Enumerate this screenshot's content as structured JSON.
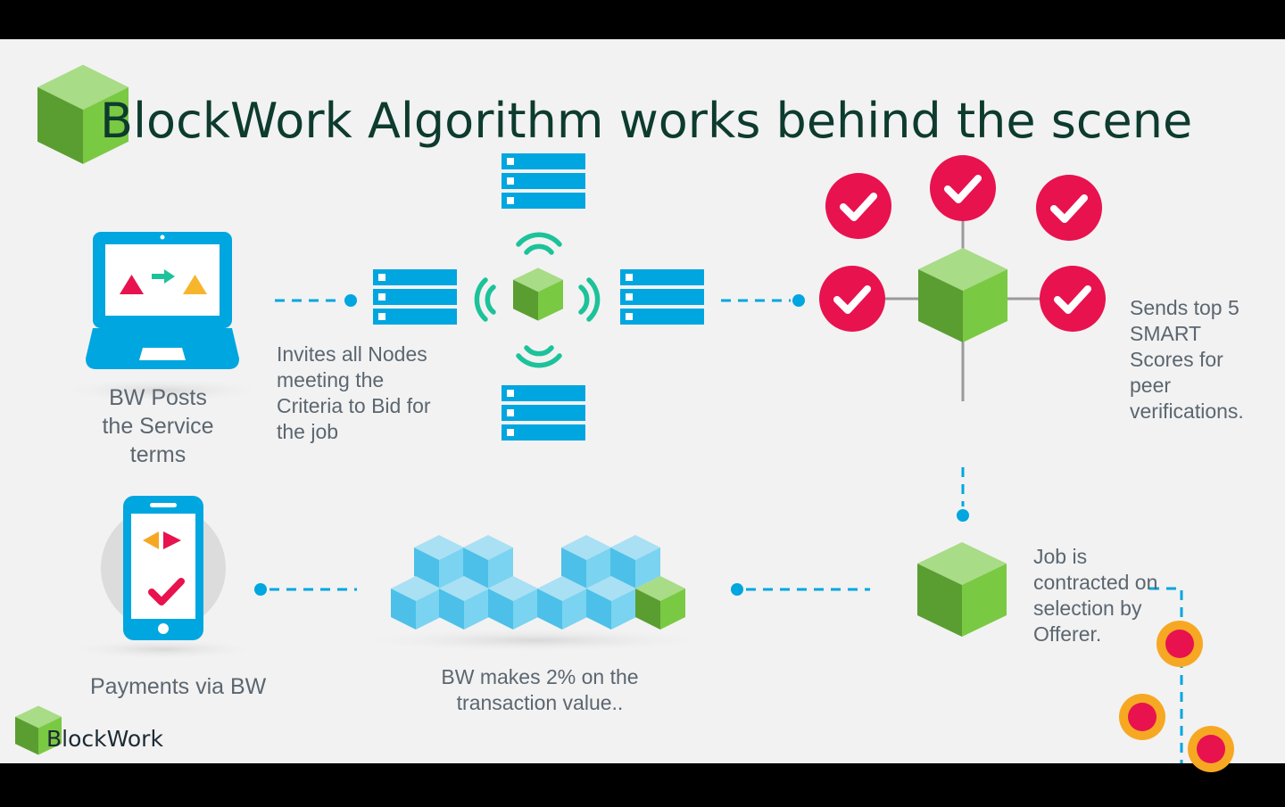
{
  "title": "BlockWork Algorithm works behind the scene",
  "brand": "BlockWork",
  "steps": {
    "post": "BW Posts\nthe Service\nterms",
    "invite": "Invites all Nodes\nmeeting the\nCriteria to Bid for\nthe job",
    "scores": "Sends top 5\nSMART\nScores  for\npeer\nverifications.",
    "contract": "Job is\ncontracted on\nselection by\nOfferer.",
    "fee": "BW makes 2% on the\ntransaction value..",
    "payment": "Payments via BW"
  },
  "colors": {
    "background": "#f2f2f2",
    "accent_blue": "#00a6e0",
    "cube_green": "#7ac943",
    "check_red": "#e8124e",
    "signal_teal": "#1cc29a",
    "node_orange": "#f7a823"
  },
  "icons": [
    "laptop-icon",
    "server-icon",
    "wifi-signal-icon",
    "cube-icon",
    "check-badge-icon",
    "smartphone-icon",
    "block-stack-icon",
    "node-dot-icon"
  ]
}
